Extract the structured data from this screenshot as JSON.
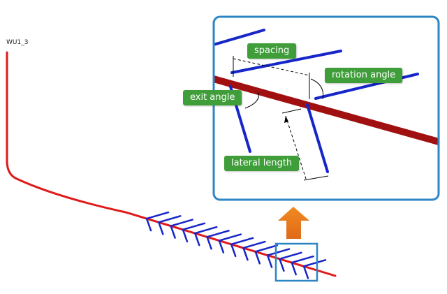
{
  "well": {
    "name": "WU1_3"
  },
  "inset": {
    "labels": {
      "spacing": "spacing",
      "rotation_angle": "rotation angle",
      "exit_angle": "exit angle",
      "lateral_length": "lateral length"
    }
  },
  "colors": {
    "wellbore": "#e01a1a",
    "inset_wellbore": "#a01010",
    "laterals": "#1626c8",
    "frame": "#2c86c6",
    "label_bg": "#3f9e3a",
    "arrow": "#e8721a"
  },
  "icons": {
    "zoom_arrow": "up-arrow-icon"
  }
}
